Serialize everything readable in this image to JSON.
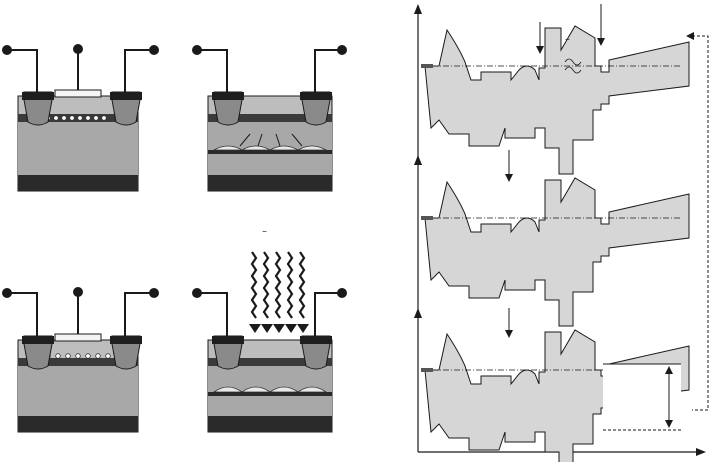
{
  "labels": {
    "light_dash": "–",
    "band_dash": "–"
  },
  "panels": {
    "left_top_a": "device-dark",
    "left_top_b": "device-charge-transfer",
    "left_bottom_a": "device-reset",
    "left_bottom_b": "device-illuminated"
  },
  "colors": {
    "fill_gray": "#d6d6d6",
    "mid_gray": "#9a9a9a",
    "dark": "#2a2a2a",
    "line": "#1a1a1a",
    "background": "#ffffff"
  }
}
